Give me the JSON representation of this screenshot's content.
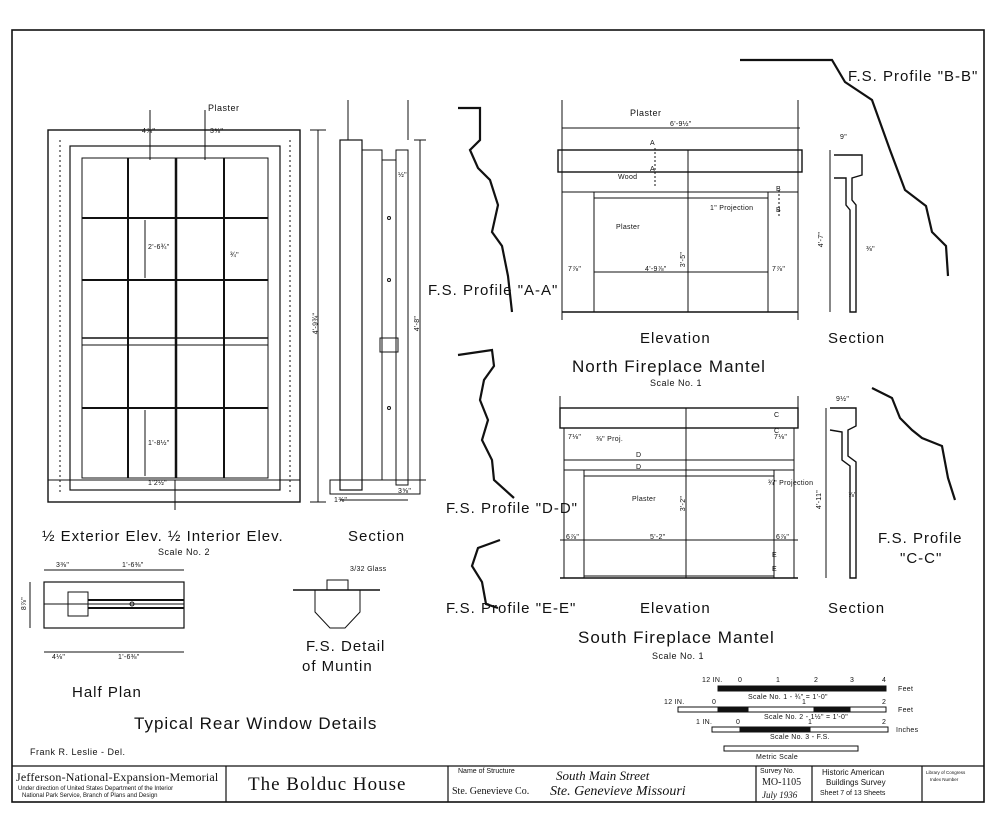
{
  "window": {
    "elev_title": "½ Exterior Elev. ½ Interior Elev.",
    "elev_scale": "Scale No. 2",
    "section_title": "Section",
    "plaster": "Plaster",
    "dims": {
      "top1": "4⅞\"",
      "top2": "3⅝\"",
      "pane_h": "2'-6¾\"",
      "glass": "¾\"",
      "height": "4'-9¾\"",
      "lower": "1'-8½\"",
      "sill": "1'2½\"",
      "sec_h": "4'-8\"",
      "sec_b1": "3⅝\"",
      "sec_b2": "1⅜\"",
      "sec_t": "½\""
    },
    "plan_title": "Half Plan",
    "plan_dims": {
      "top1": "3⅜\"",
      "top2": "1'-6⅜\"",
      "bot1": "4⅛\"",
      "bot2": "1'-6⅜\"",
      "side": "8⅞\""
    },
    "muntin_title_1": "F.S. Detail",
    "muntin_title_2": "of Muntin",
    "muntin_glass": "3/32 Glass",
    "main_title": "Typical Rear Window Details"
  },
  "north": {
    "profile_aa": "F.S. Profile \"A-A\"",
    "profile_bb": "F.S. Profile \"B-B\"",
    "elevation": "Elevation",
    "section": "Section",
    "title": "North Fireplace Mantel",
    "scale": "Scale No. 1",
    "plaster_top": "Plaster",
    "plaster_mid": "Plaster",
    "wood": "Wood",
    "projection": "1\" Projection",
    "dims": {
      "width": "6'-9½\"",
      "opening": "4'-9⅞\"",
      "h": "3'-5\"",
      "side1": "7⅞\"",
      "side2": "7⅞\"",
      "sec_h": "4'-7\"",
      "sec_top": "9\"",
      "sec_mid": "⅜\""
    },
    "marks": {
      "a": "A",
      "b": "B"
    }
  },
  "south": {
    "profile_dd": "F.S. Profile \"D-D\"",
    "profile_ee": "F.S. Profile \"E-E\"",
    "profile_cc_1": "F.S. Profile",
    "profile_cc_2": "\"C-C\"",
    "elevation": "Elevation",
    "section": "Section",
    "title": "South Fireplace Mantel",
    "scale": "Scale No. 1",
    "plaster": "Plaster",
    "proj1": "⅜\" Proj.",
    "proj2": "¾\" Projection",
    "dims": {
      "opening": "5'-2\"",
      "h": "3'-2\"",
      "side1": "6⅞\"",
      "side2": "6⅞\"",
      "sec_h": "4'-11\"",
      "sec_top": "9½\"",
      "sec_mid": "⅞\"",
      "left": "7⅛\"",
      "right": "7⅛\""
    },
    "marks": {
      "c": "C",
      "d": "D",
      "e": "E"
    }
  },
  "scales": {
    "s1_unit": "12 IN.",
    "s1_label": "Scale No. 1 - ¾\" = 1'-0\"",
    "s1_ticks": [
      "0",
      "1",
      "2",
      "3",
      "4"
    ],
    "s1_units": "Feet",
    "s2_unit": "12 IN.",
    "s2_label": "Scale No. 2 - 1½\" = 1'-0\"",
    "s2_ticks": [
      "0",
      "1",
      "2"
    ],
    "s2_units": "Feet",
    "s3_unit": "1 IN.",
    "s3_label": "Scale No. 3 - F.S.",
    "s3_ticks": [
      "0",
      "1",
      "2"
    ],
    "s3_units": "Inches",
    "metric": "Metric Scale"
  },
  "delineator": "Frank R. Leslie - Del.",
  "title_block": {
    "org": "Jefferson-National-Expansion-Memorial",
    "org_sub_1": "Under direction of United States Department of the Interior",
    "org_sub_2": "National Park Service, Branch of Plans and Design",
    "structure": "The Bolduc House",
    "name_label": "Name of Structure",
    "county": "Ste. Genevieve Co.",
    "street": "South Main Street",
    "city": "Ste. Genevieve Missouri",
    "survey_label": "Survey No.",
    "survey_no": "MO-1105",
    "date": "July 1936",
    "habs_1": "Historic American",
    "habs_2": "Buildings Survey",
    "sheet": "Sheet 7 of 13 Sheets",
    "loc_1": "Library of Congress",
    "loc_2": "Index Number"
  }
}
